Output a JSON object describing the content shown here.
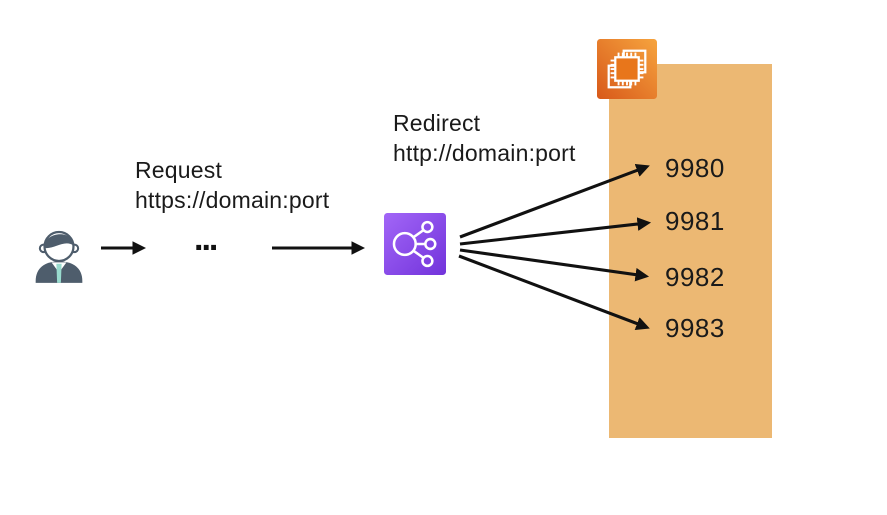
{
  "colors": {
    "background": "#ffffff",
    "arrow": "#111111",
    "text": "#1a1a1a",
    "instance_box": "#ecb873",
    "elb_grad_1": "#a266f7",
    "elb_grad_2": "#7233db",
    "ec2_grad_1": "#d8591a",
    "ec2_grad_2": "#f6a43e",
    "ec2_chip_fill": "#e8761b",
    "person_body": "#4e5d6c",
    "person_tie": "#99dbce"
  },
  "annotations": {
    "request": {
      "line1": "Request",
      "line2": "https://domain:port"
    },
    "redirect": {
      "line1": "Redirect",
      "line2": "http://domain:port"
    },
    "ellipsis": "..."
  },
  "ports": [
    "9980",
    "9981",
    "9982",
    "9983"
  ],
  "icons": {
    "user": "businessperson-icon",
    "load_balancer": "load-balancer-icon",
    "instances": "ec2-instances-icon"
  }
}
